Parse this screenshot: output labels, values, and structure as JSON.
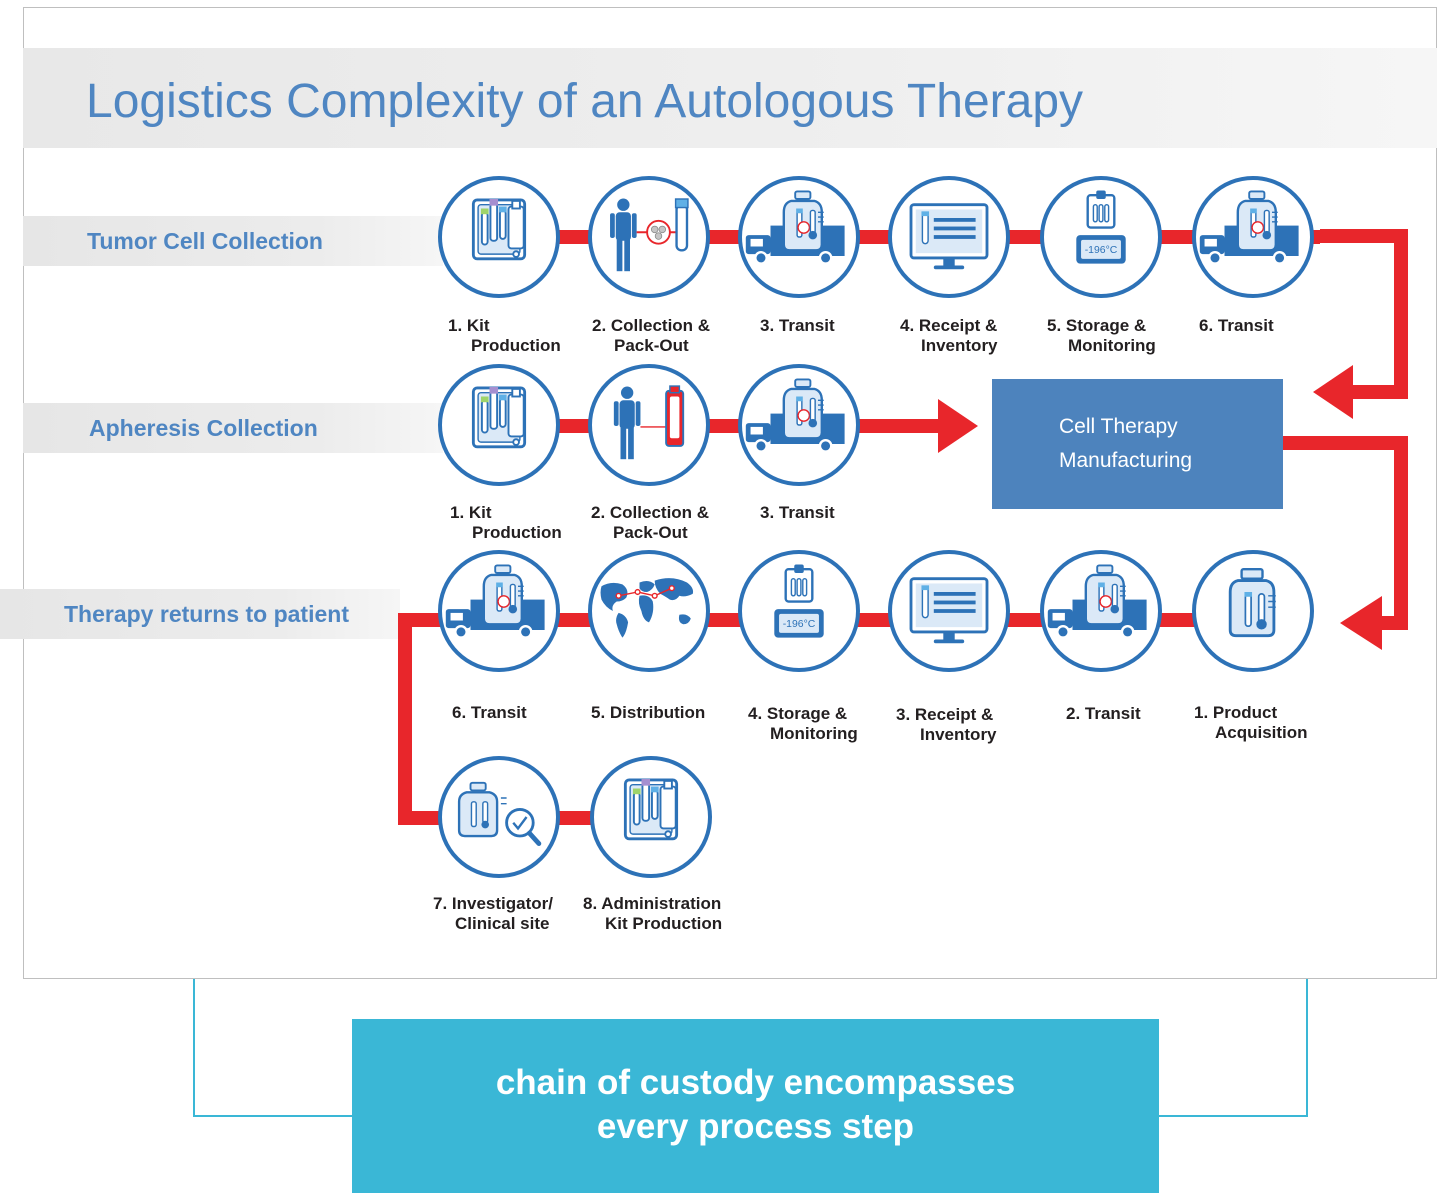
{
  "title": "Logistics Complexity of an Autologous Therapy",
  "rows": {
    "tumor": "Tumor Cell Collection",
    "apheresis": "Apheresis Collection",
    "therapy": "Therapy returns to patient"
  },
  "steps": {
    "tumor": [
      [
        "1. Kit",
        "Production"
      ],
      [
        "2. Collection &",
        "Pack-Out"
      ],
      [
        "3. Transit"
      ],
      [
        "4. Receipt &",
        "Inventory"
      ],
      [
        "5. Storage &",
        "Monitoring"
      ],
      [
        "6. Transit"
      ]
    ],
    "apheresis": [
      [
        "1. Kit",
        "Production"
      ],
      [
        "2. Collection &",
        "Pack-Out"
      ],
      [
        "3. Transit"
      ]
    ],
    "therapy": [
      [
        "6. Transit"
      ],
      [
        "5. Distribution"
      ],
      [
        "4. Storage &",
        "Monitoring"
      ],
      [
        "3. Receipt &",
        "Inventory"
      ],
      [
        "2. Transit"
      ],
      [
        "1. Product",
        "Acquisition"
      ]
    ],
    "final": [
      [
        "7. Investigator/",
        "Clinical site"
      ],
      [
        "8. Administration",
        "Kit Production"
      ]
    ]
  },
  "freezer_temp": "-196°C",
  "manufacturing": [
    "Cell Therapy",
    "Manufacturing"
  ],
  "custody": [
    "chain of custody encompasses",
    "every process step"
  ],
  "icons": [
    "kit-icon",
    "collection-icon",
    "transit-truck-icon",
    "receipt-monitor-icon",
    "storage-freezer-icon",
    "distribution-map-icon",
    "product-bottle-icon",
    "investigator-magnifier-icon"
  ],
  "colors": {
    "title": "#4f86c2",
    "connector": "#e8262b",
    "node_border": "#2d72b7",
    "manufacturing_box": "#4d83bd",
    "custody_box": "#3ab7d6"
  }
}
